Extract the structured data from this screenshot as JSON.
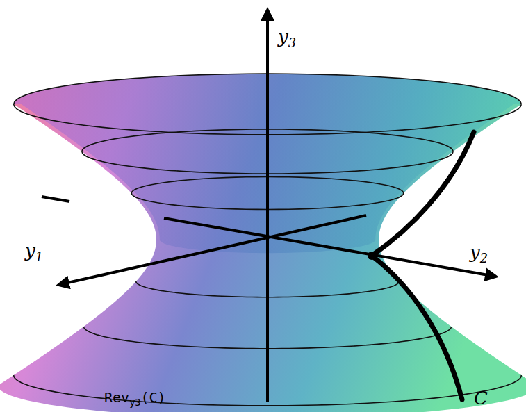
{
  "diagram": {
    "labels": [
      "y3",
      "y1",
      "y2",
      "C",
      "Revy3(C)"
    ]
  }
}
